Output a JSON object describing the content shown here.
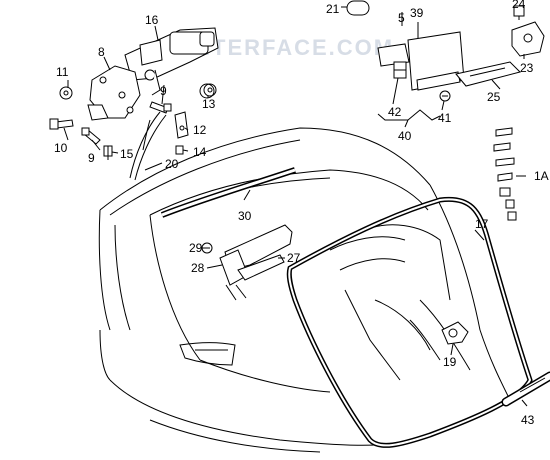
{
  "watermark": "INTERFACE.COM",
  "part_labels": {
    "p1a": "1A",
    "p5": "5",
    "p8": "8",
    "p9a": "9",
    "p9b": "9",
    "p10": "10",
    "p11": "11",
    "p12": "12",
    "p13": "13",
    "p14": "14",
    "p15": "15",
    "p16": "16",
    "p17": "17",
    "p19": "19",
    "p20": "20",
    "p21": "21",
    "p23": "23",
    "p24": "24",
    "p25": "25",
    "p27": "27",
    "p28": "28",
    "p29": "29",
    "p30": "30",
    "p39": "39",
    "p40": "40",
    "p41": "41",
    "p42": "42",
    "p43": "43"
  }
}
